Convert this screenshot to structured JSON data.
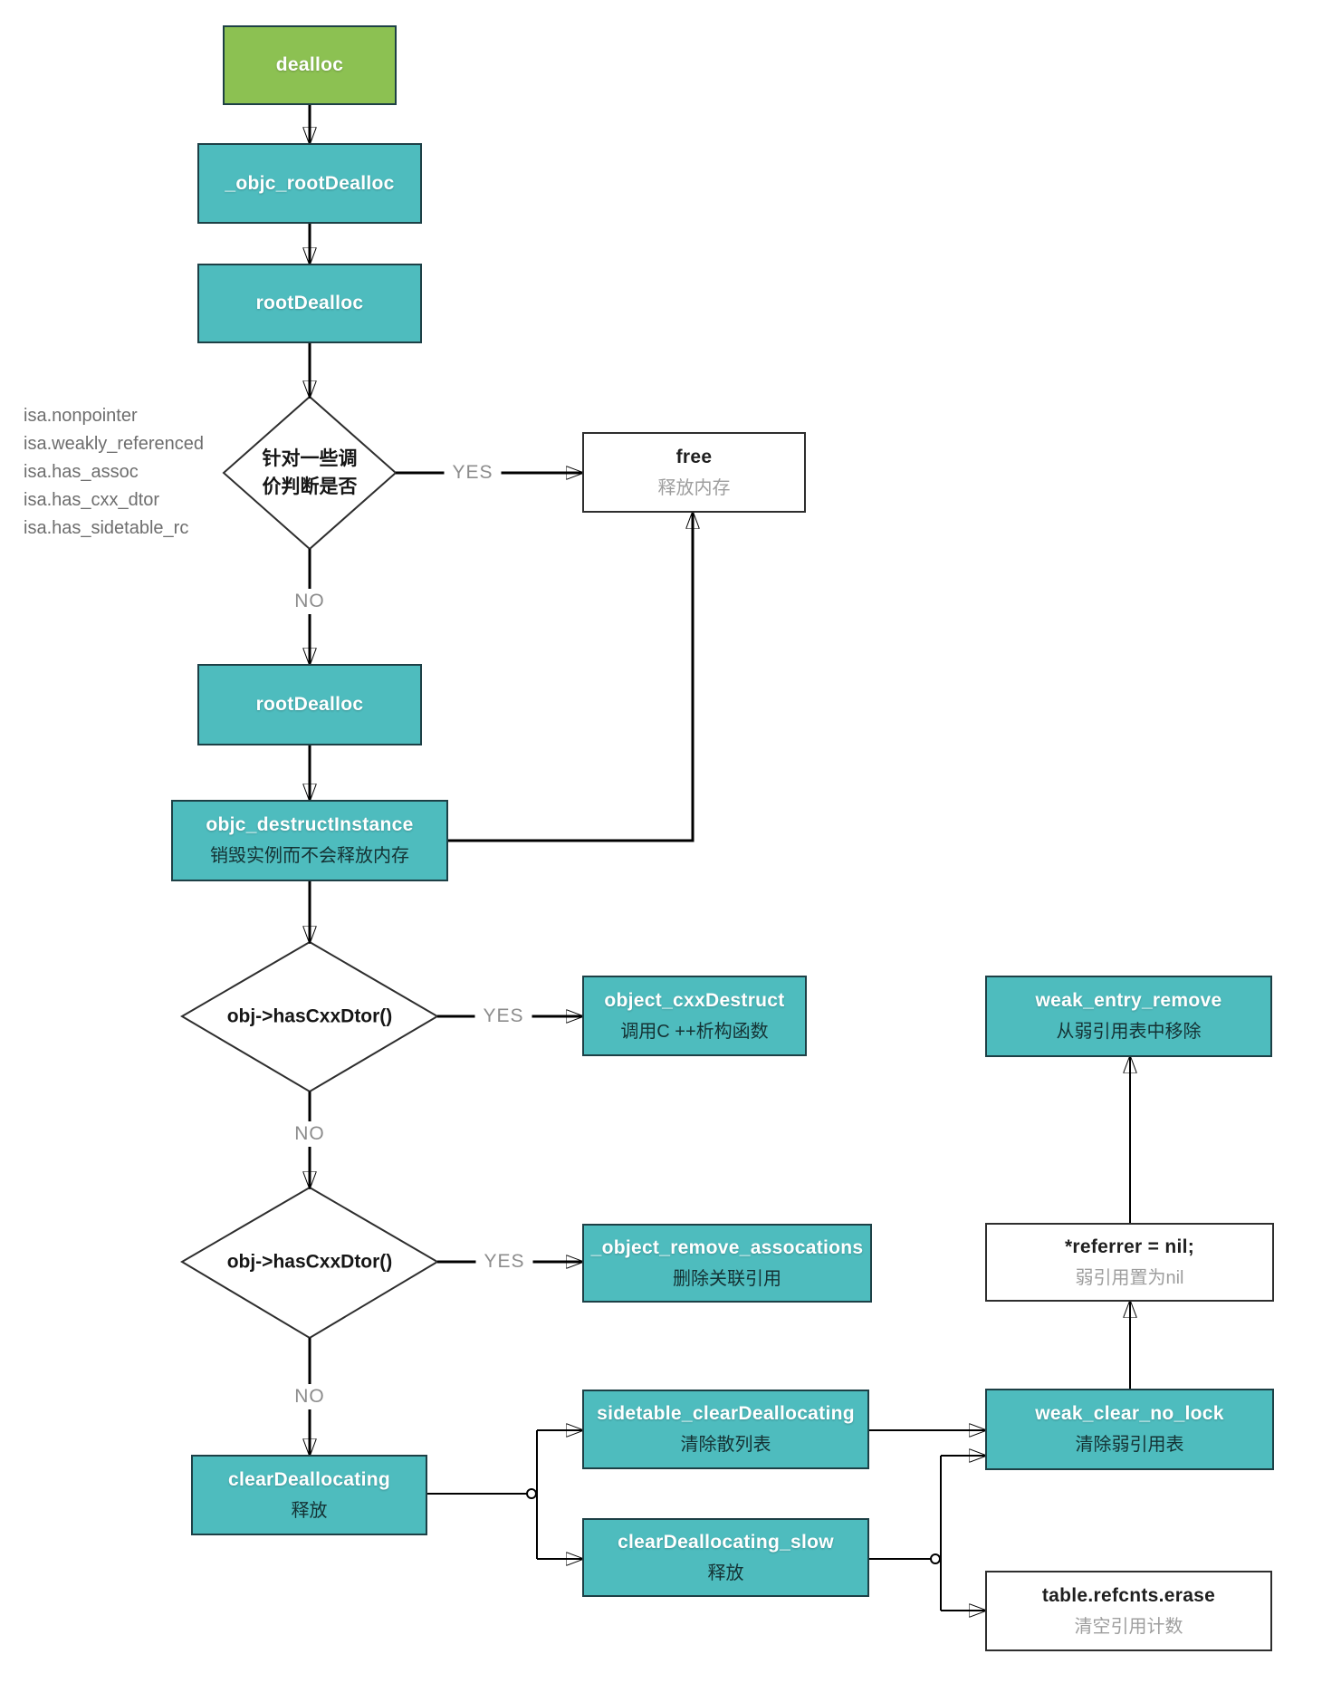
{
  "nodes": {
    "dealloc": {
      "title": "dealloc"
    },
    "objc_root_dealloc": {
      "title": "_objc_rootDealloc"
    },
    "root_dealloc_1": {
      "title": "rootDealloc"
    },
    "isa_decision": {
      "line1": "针对一些调",
      "line2": "价判断是否"
    },
    "free_box": {
      "title": "free",
      "subtitle": "释放内存"
    },
    "root_dealloc_2": {
      "title": "rootDealloc"
    },
    "objc_destruct_instance": {
      "title": "objc_destructInstance",
      "subtitle": "销毁实例而不会释放内存"
    },
    "has_cxx_dtor_1": {
      "title": "obj->hasCxxDtor()"
    },
    "object_cxx_destruct": {
      "title": "object_cxxDestruct",
      "subtitle": "调用C ++析构函数"
    },
    "weak_entry_remove": {
      "title": "weak_entry_remove",
      "subtitle": "从弱引用表中移除"
    },
    "has_cxx_dtor_2": {
      "title": "obj->hasCxxDtor()"
    },
    "object_remove_assocations": {
      "title": "_object_remove_assocations",
      "subtitle": "删除关联引用"
    },
    "referrer_nil": {
      "title": "*referrer = nil;",
      "subtitle": "弱引用置为nil"
    },
    "clear_deallocating": {
      "title": "clearDeallocating",
      "subtitle": "释放"
    },
    "sidetable_clear_deallocating": {
      "title": "sidetable_clearDeallocating",
      "subtitle": "清除散列表"
    },
    "clear_deallocating_slow": {
      "title": "clearDeallocating_slow",
      "subtitle": "释放"
    },
    "weak_clear_no_lock": {
      "title": "weak_clear_no_lock",
      "subtitle": "清除弱引用表"
    },
    "table_refcnts_erase": {
      "title": "table.refcnts.erase",
      "subtitle": "清空引用计数"
    }
  },
  "edge_labels": {
    "isa_yes": "YES",
    "isa_no": "NO",
    "cxx1_yes": "YES",
    "cxx1_no": "NO",
    "cxx2_yes": "YES",
    "cxx2_no": "NO"
  },
  "side_notes": [
    "isa.nonpointer",
    "isa.weakly_referenced",
    "isa.has_assoc",
    "isa.has_cxx_dtor",
    "isa.has_sidetable_rc"
  ],
  "colors": {
    "start_node": "#8cc152",
    "process_node": "#4ebcbe",
    "node_border": "#1d4046",
    "outline_dark": "#2e2e2e",
    "arrow": "#000000",
    "edge_label": "#8c8c8c",
    "side_note": "#6e6e6e",
    "muted_subtitle": "#9e9e9e",
    "dark_subtitle": "#143234"
  }
}
